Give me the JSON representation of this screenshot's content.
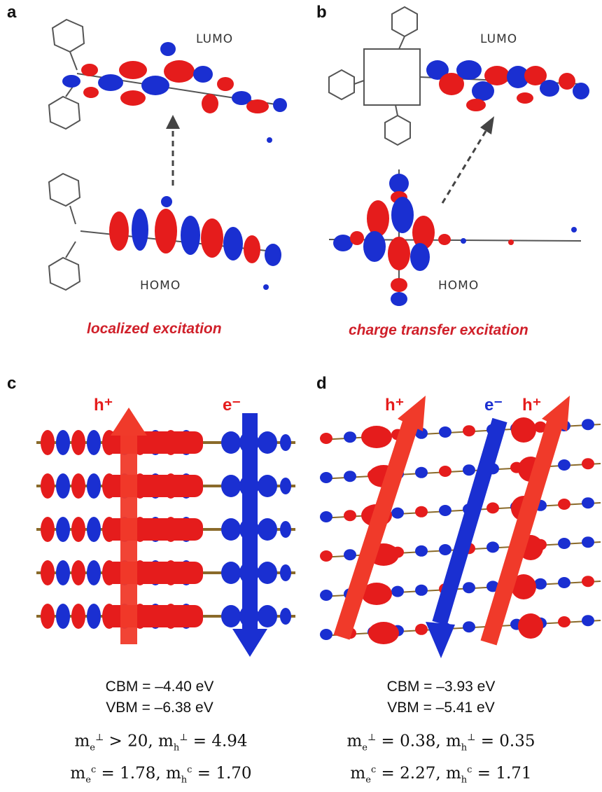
{
  "panels": {
    "a": {
      "label": "a",
      "lumo": "LUMO",
      "homo": "HOMO",
      "caption": "localized excitation"
    },
    "b": {
      "label": "b",
      "lumo": "LUMO",
      "homo": "HOMO",
      "caption": "charge transfer excitation"
    },
    "c": {
      "label": "c",
      "hole": "h⁺",
      "electron": "e⁻",
      "cbm": "CBM = –4.40 eV",
      "vbm": "VBM = –6.38 eV",
      "mass_line1": {
        "e": "> 20",
        "h": "4.94"
      },
      "mass_line2": {
        "e": "1.78",
        "h": "1.70"
      }
    },
    "d": {
      "label": "d",
      "hole1": "h⁺",
      "electron": "e⁻",
      "hole2": "h⁺",
      "cbm": "CBM = –3.93 eV",
      "vbm": "VBM = –5.41 eV",
      "mass_line1": {
        "e": "0.38",
        "h": "0.35"
      },
      "mass_line2": {
        "e": "2.27",
        "h": "1.71"
      }
    }
  },
  "colors": {
    "red": "#e51c1c",
    "blue": "#1a2fd1",
    "caption_red": "#d0202a"
  }
}
